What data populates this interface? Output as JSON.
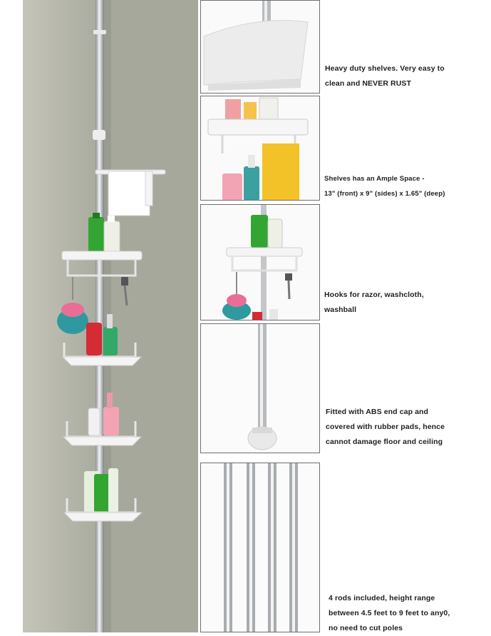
{
  "captions": {
    "heavy_duty": [
      "Heavy duty shelves. Very easy to",
      "clean and NEVER RUST"
    ],
    "ample_space": [
      "Shelves has an Ample Space -",
      "13\" (front) x 9\" (sides) x 1.65\" (deep)"
    ],
    "hooks": [
      "Hooks for razor, washcloth,",
      "washball"
    ],
    "fitted": [
      "Fitted with ABS end cap and",
      "covered with rubber pads, hence",
      "cannot damage floor and ceiling"
    ],
    "rods": [
      "4 rods included, height range",
      "between 4.5 feet to 9 feet to any0,",
      "no need to cut poles"
    ]
  },
  "colors": {
    "wall": "#b4b5a8",
    "wall_shadow": "#9d9d94",
    "pole": "#c9cbcc",
    "shelf": "#f4f4f4",
    "bottle_green": "#33a532",
    "bottle_red": "#d42b34",
    "sponge_teal": "#2e9aa0",
    "sponge_pink": "#e86e95",
    "towel_yellow": "#f2c228",
    "bottle_pink": "#f2a4b4",
    "panel_border": "#6f6f6f"
  }
}
